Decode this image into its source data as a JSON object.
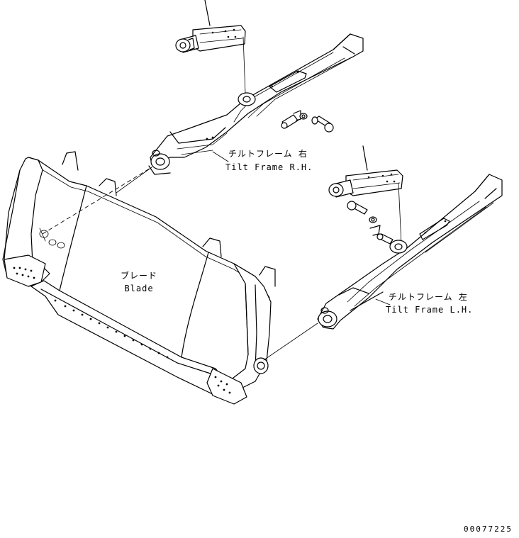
{
  "labels": {
    "tilt_frame_rh_jp": "チルトフレーム 右",
    "tilt_frame_rh_en": "Tilt Frame R.H.",
    "tilt_frame_lh_jp": "チルトフレーム 左",
    "tilt_frame_lh_en": "Tilt Frame L.H.",
    "blade_jp": "ブレード",
    "blade_en": "Blade"
  },
  "drawing_number": "00077225"
}
